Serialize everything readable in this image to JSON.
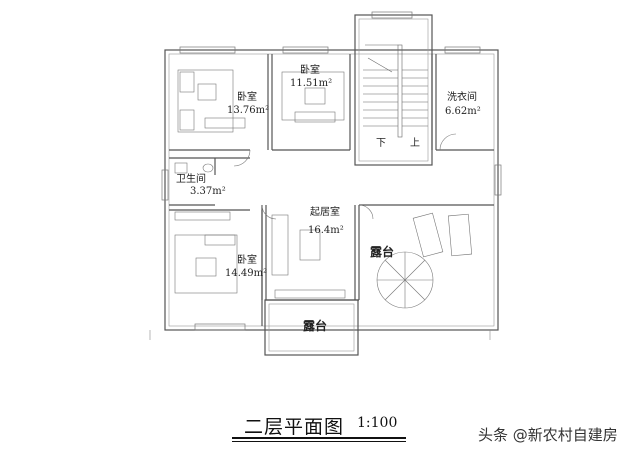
{
  "plan": {
    "title": "二层平面图",
    "scale": "1:100",
    "watermark": "头条 @新农村自建房"
  },
  "rooms": {
    "bedroom_top_left": {
      "name": "卧室",
      "area": "13.76m²"
    },
    "bedroom_top_mid": {
      "name": "卧室",
      "area": "11.51m²"
    },
    "laundry": {
      "name": "洗衣间",
      "area": "6.62m²"
    },
    "bathroom": {
      "name": "卫生间",
      "area": "3.37m²"
    },
    "living": {
      "name": "起居室",
      "area": "16.4m²"
    },
    "bedroom_bottom": {
      "name": "卧室",
      "area": "14.49m²"
    },
    "terrace_right": {
      "name": "露台"
    },
    "terrace_bottom": {
      "name": "露台"
    }
  },
  "stairs": {
    "down": "下",
    "up": "上"
  },
  "colors": {
    "wall": "#555555",
    "line": "#777777",
    "bg": "#ffffff"
  }
}
